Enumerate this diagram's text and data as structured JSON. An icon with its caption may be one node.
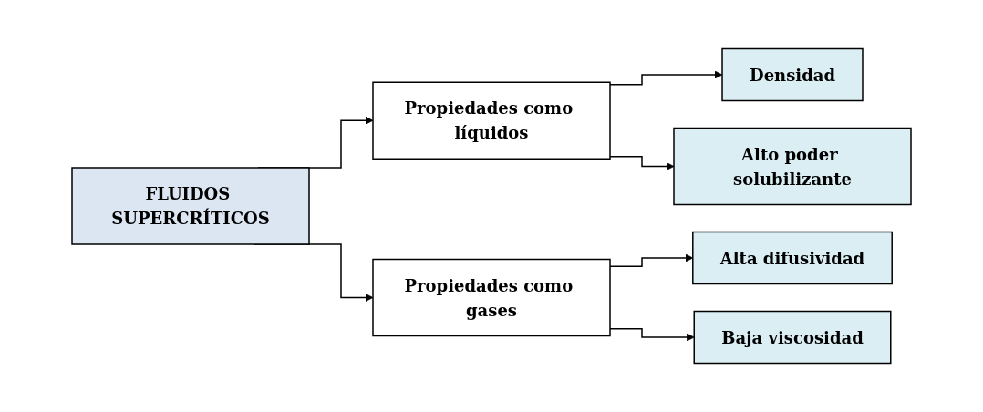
{
  "diagram": {
    "nodes": [
      {
        "text": [
          "FLUIDOS SUPERCRÍTICOS"
        ]
      },
      {
        "text": [
          "Propiedades como líquidos"
        ]
      },
      {
        "text": [
          "Propiedades como gases"
        ]
      },
      {
        "text": [
          "Densidad"
        ]
      },
      {
        "text": [
          "Alto poder solubilizante"
        ]
      },
      {
        "text": [
          "Alta difusividad"
        ]
      },
      {
        "text": [
          "Baja viscosidad"
        ]
      }
    ],
    "edges": [
      {
        "from": 0,
        "to": 1,
        "arrow": "to"
      },
      {
        "from": 0,
        "to": 2,
        "arrow": "to"
      },
      {
        "from": 1,
        "to": 3,
        "arrow": "to"
      },
      {
        "from": 1,
        "to": 4,
        "arrow": "to"
      },
      {
        "from": 2,
        "to": 5,
        "arrow": "to"
      },
      {
        "from": 2,
        "to": 6,
        "arrow": "to"
      }
    ]
  }
}
